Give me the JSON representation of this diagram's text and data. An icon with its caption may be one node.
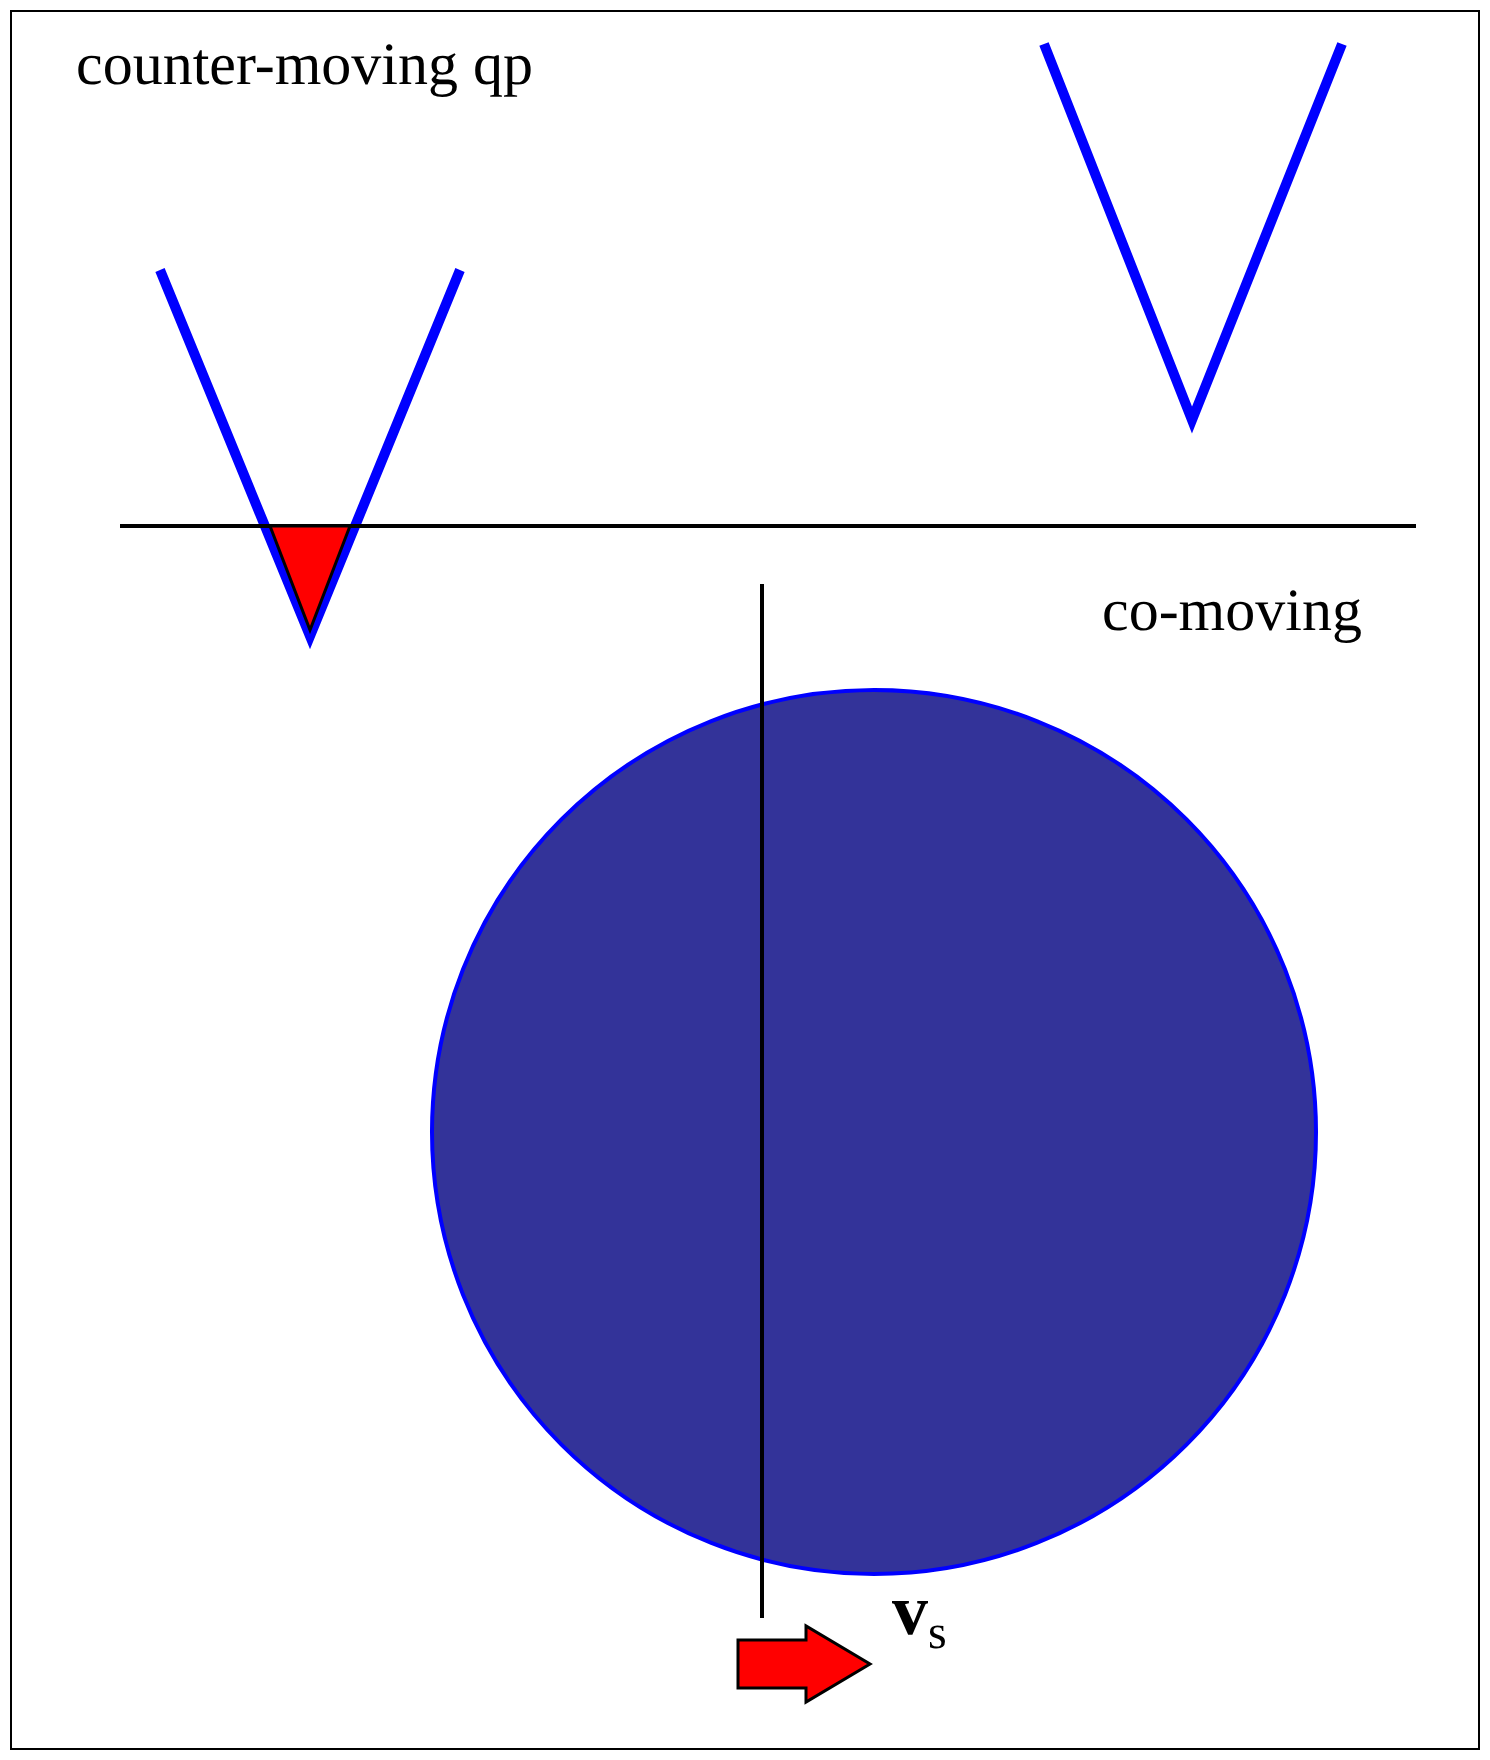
{
  "diagram": {
    "labels": [
      "counter-moving qp",
      "co-moving",
      "**v**$_{s}$"
    ]
  }
}
